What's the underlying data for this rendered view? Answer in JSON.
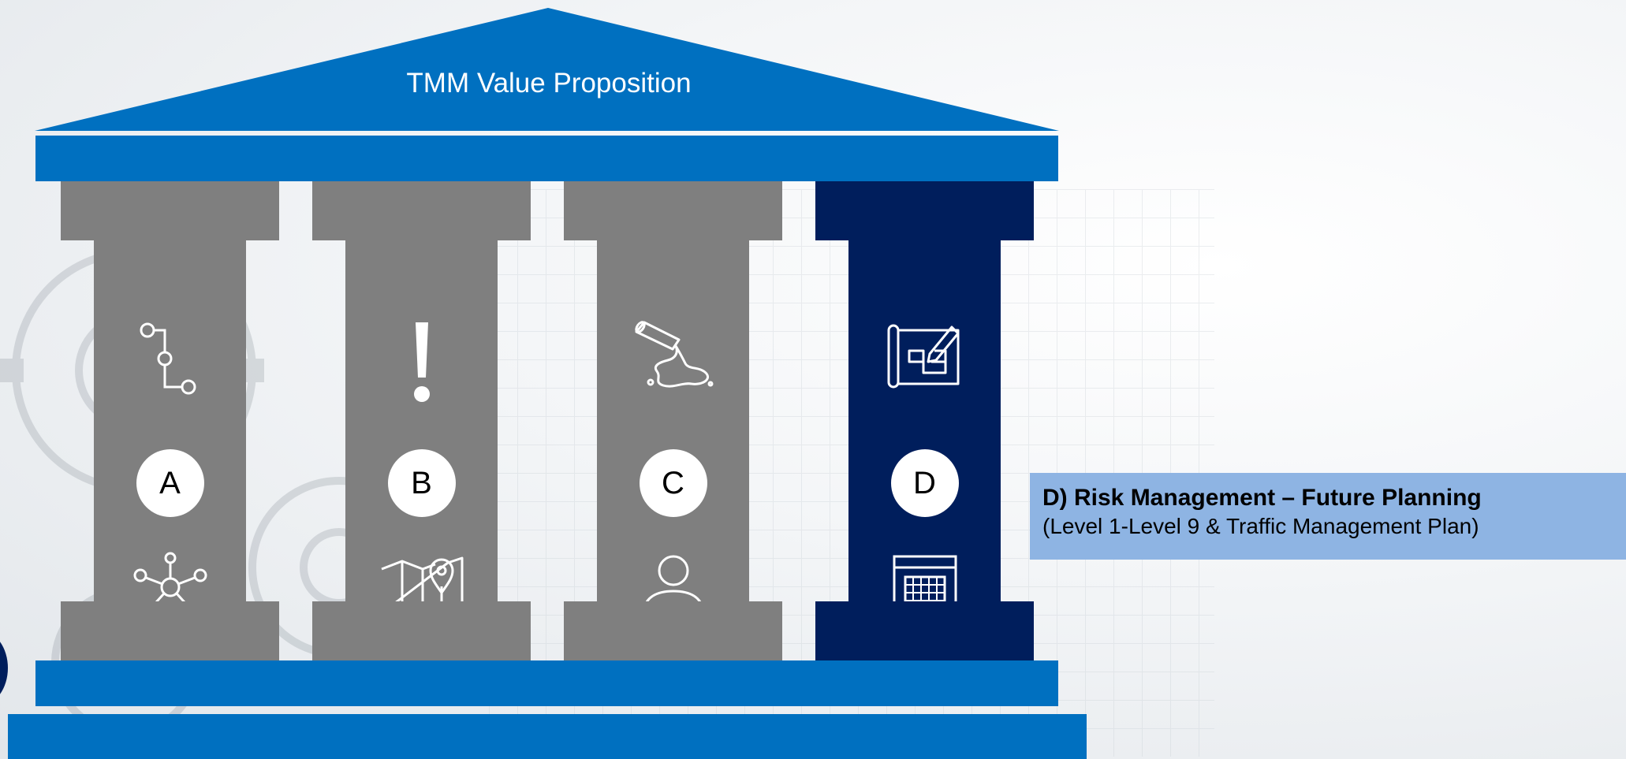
{
  "roof": {
    "title": "TMM Value Proposition"
  },
  "pillars": [
    {
      "letter": "A",
      "style": "grey",
      "top_icon": "route-path-icon",
      "bottom_icon": "network-hub-icon"
    },
    {
      "letter": "B",
      "style": "grey",
      "top_icon": "exclamation-icon",
      "bottom_icon": "map-pin-icon"
    },
    {
      "letter": "C",
      "style": "grey",
      "top_icon": "spill-icon",
      "bottom_icon": "person-icon"
    },
    {
      "letter": "D",
      "style": "navy",
      "top_icon": "blueprint-icon",
      "bottom_icon": "calendar-icon"
    }
  ],
  "callout": {
    "title": "D) Risk Management – Future Planning",
    "subtitle": "(Level 1-Level 9 & Traffic Management Plan)"
  },
  "colors": {
    "blue": "#0070c0",
    "grey": "#7f7f7f",
    "navy": "#001e5c",
    "callout": "#8eb4e3"
  }
}
